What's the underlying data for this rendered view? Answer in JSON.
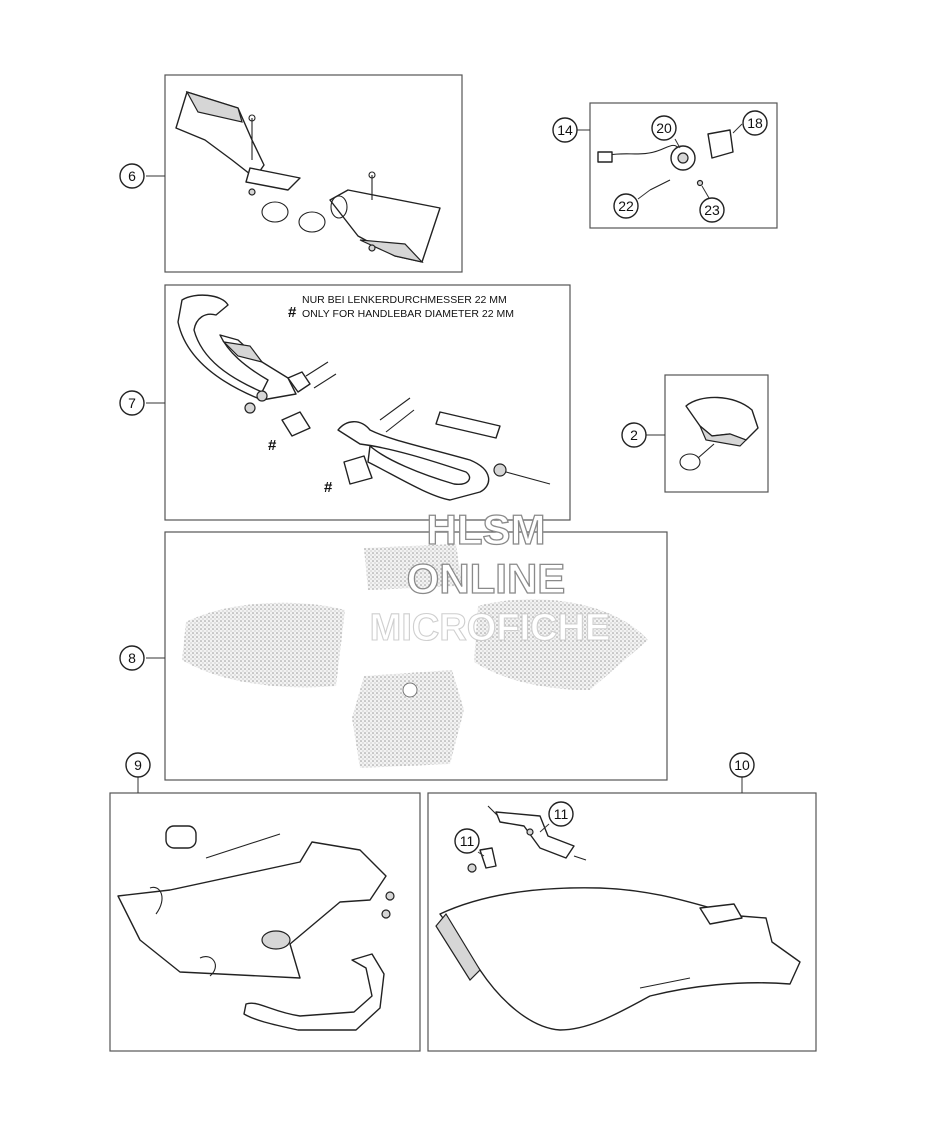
{
  "callouts": {
    "c6": "6",
    "c14": "14",
    "c20": "20",
    "c18": "18",
    "c22": "22",
    "c23": "23",
    "c7": "7",
    "c2": "2",
    "c8": "8",
    "c9": "9",
    "c10": "10",
    "c11a": "11",
    "c11b": "11"
  },
  "note": {
    "symbol": "#",
    "line_de": "NUR BEI LENKERDURCHMESSER 22 MM",
    "line_en": "ONLY FOR HANDLEBAR DIAMETER 22 MM"
  },
  "hash_marks": [
    "#",
    "#"
  ],
  "watermark": {
    "line1": "HLSM",
    "line2": "ONLINE",
    "line3": "MICROFICHE"
  }
}
